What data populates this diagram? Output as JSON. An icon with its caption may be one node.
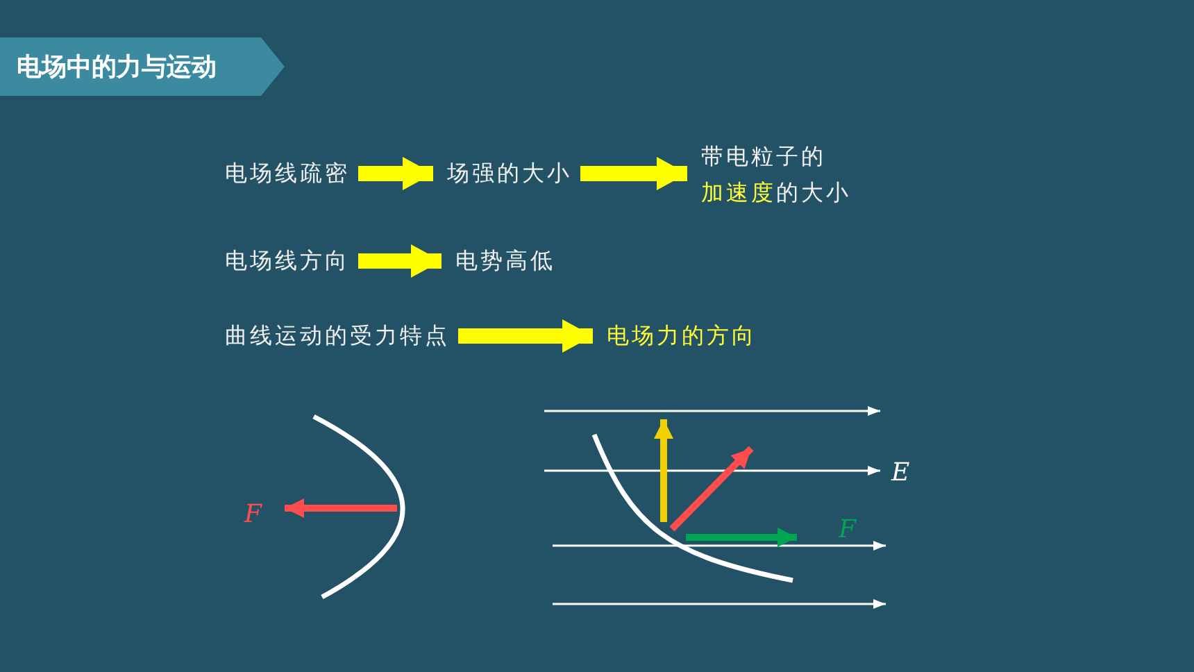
{
  "diagram": {
    "title": "电场中的力与运动",
    "nodes": [
      {
        "text": [
          "电场线疏密"
        ]
      },
      {
        "text": [
          "场强的大小"
        ]
      },
      {
        "text": [
          "带电粒子的",
          "**加速度**的大小"
        ]
      },
      {
        "text": [
          "电场线方向"
        ]
      },
      {
        "text": [
          "电势高低"
        ]
      },
      {
        "text": [
          "曲线运动的受力特点"
        ]
      },
      {
        "text": [
          "电场力的方向"
        ]
      }
    ],
    "edges": [
      {
        "from": 0,
        "to": 1,
        "arrow": "to"
      },
      {
        "from": 1,
        "to": 2,
        "arrow": "to"
      },
      {
        "from": 3,
        "to": 4,
        "arrow": "to"
      },
      {
        "from": 5,
        "to": 6,
        "arrow": "to"
      }
    ],
    "labels": [
      "E",
      "F",
      "F"
    ]
  }
}
